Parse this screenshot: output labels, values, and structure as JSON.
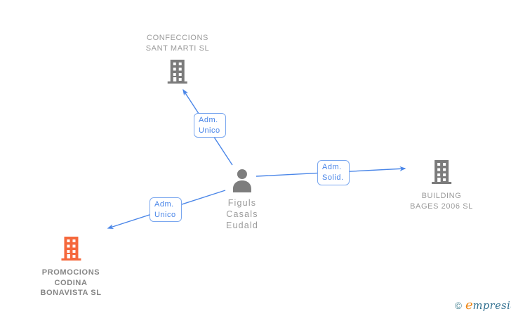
{
  "person": {
    "name_lines": [
      "Figuls",
      "Casals",
      "Eudald"
    ],
    "icon": "person-icon"
  },
  "companies": [
    {
      "name_lines": [
        "CONFECCIONS",
        "SANT MARTI SL"
      ],
      "icon": "building-icon",
      "highlighted": false
    },
    {
      "name_lines": [
        "BUILDING",
        "BAGES 2006 SL"
      ],
      "icon": "building-icon",
      "highlighted": false
    },
    {
      "name_lines": [
        "PROMOCIONS",
        "CODINA",
        "BONAVISTA SL"
      ],
      "icon": "building-icon",
      "highlighted": true
    }
  ],
  "relations": [
    {
      "from": "Figuls Casals Eudald",
      "to": "CONFECCIONS SANT MARTI SL",
      "label_lines": [
        "Adm.",
        "Unico"
      ]
    },
    {
      "from": "Figuls Casals Eudald",
      "to": "BUILDING BAGES 2006 SL",
      "label_lines": [
        "Adm.",
        "Solid."
      ]
    },
    {
      "from": "Figuls Casals Eudald",
      "to": "PROMOCIONS CODINA BONAVISTA SL",
      "label_lines": [
        "Adm.",
        "Unico"
      ]
    }
  ],
  "watermark": {
    "copyright": "©",
    "brand_first_letter": "e",
    "brand_rest": "mpresia"
  },
  "colors": {
    "arrow_blue": "#4a86e8",
    "label_box_border": "#7aa7ef",
    "icon_gray": "#7b7b7b",
    "highlight_orange": "#f5683c",
    "text_gray": "#9b9b9b",
    "text_gray_bold": "#858585",
    "logo_orange": "#ee8411",
    "logo_teal": "#2f6f8f"
  }
}
